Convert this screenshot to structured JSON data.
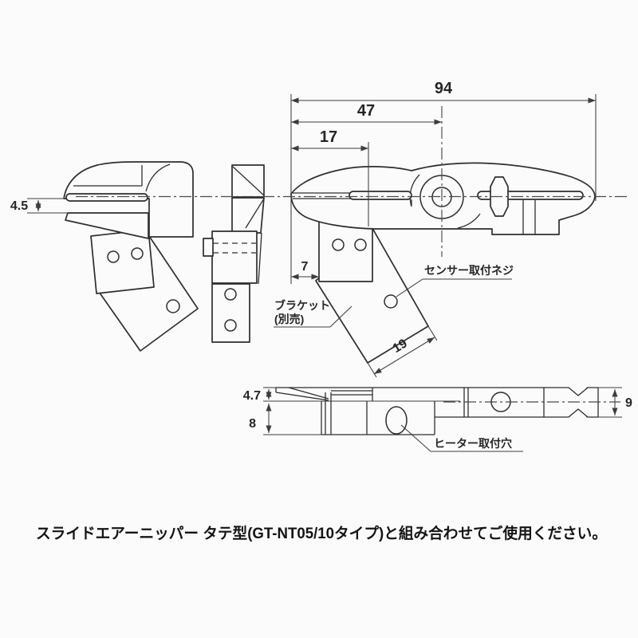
{
  "page": {
    "background": "#fbfbfb",
    "line_color": "#2e2e2e"
  },
  "dimensions": {
    "overall_length": "94",
    "pivot_distance": "47",
    "blade_length": "17",
    "blade_opening": "4.5",
    "bracket_offset": "7",
    "plate_length": "19",
    "upper_thickness": "4.7",
    "lower_thickness": "8",
    "body_width": "9"
  },
  "labels": {
    "sensor_screw": "センサー取付ネジ",
    "bracket_name": "ブラケット",
    "bracket_note": "(別売)",
    "heater_hole": "ヒーター取付穴"
  },
  "caption": "スライドエアーニッパー タテ型(GT-NT05/10タイプ)と組み合わせてご使用ください。"
}
